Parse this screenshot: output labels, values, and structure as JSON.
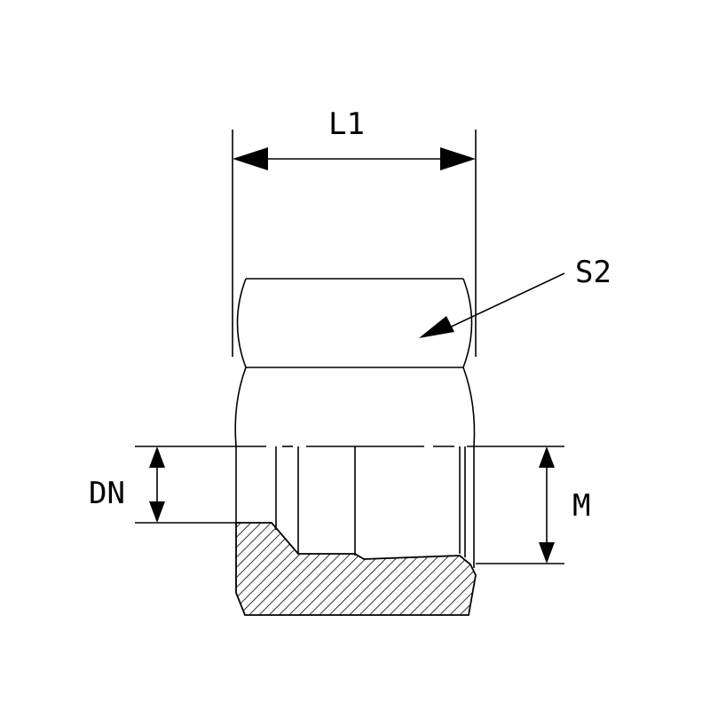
{
  "labels": {
    "L1": "L1",
    "S2": "S2",
    "DN": "DN",
    "M": "M"
  },
  "colors": {
    "line": "#000000",
    "background": "#ffffff"
  }
}
